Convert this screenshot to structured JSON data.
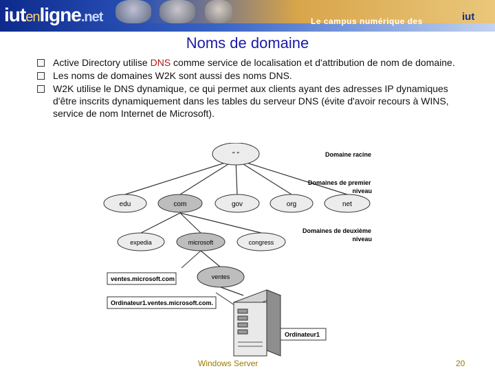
{
  "header": {
    "logo_iut": "iut",
    "logo_en": "en",
    "logo_ligne": "ligne",
    "logo_net": ".net",
    "tagline": "Le campus numérique des",
    "tag_logo": "iut"
  },
  "slide": {
    "title": "Noms de domaine",
    "bullets": [
      {
        "pre": "Active Directory utilise ",
        "highlight": "DNS",
        "post": " comme service de localisation et d'attribution de nom de domaine."
      },
      {
        "text": "Les noms de domaines W2K  sont aussi des noms DNS."
      },
      {
        "text": "W2K utilise le DNS dynamique, ce qui permet aux clients ayant des adresses IP dynamiques d'être inscrits dynamiquement dans les tables du serveur DNS (évite d'avoir recours à WINS, service de nom Internet de Microsoft)."
      }
    ],
    "highlight_color": "#b01a1a"
  },
  "diagram": {
    "root": "\" \"",
    "root_label": "Domaine racine",
    "level1_label_line1": "Domaines de premier",
    "level1_label_line2": "niveau",
    "level1": [
      "edu",
      "com",
      "gov",
      "org",
      "net"
    ],
    "level2_label_line1": "Domaines de deuxième",
    "level2_label_line2": "niveau",
    "level2": [
      "expedia",
      "microsoft",
      "congress"
    ],
    "level3": "ventes",
    "fqdn_domain": "ventes.microsoft.com",
    "fqdn_host": "Ordinateur1.ventes.microsoft.com.",
    "computer_label": "Ordinateur1"
  },
  "footer": {
    "center": "Windows Server",
    "page": "20"
  }
}
